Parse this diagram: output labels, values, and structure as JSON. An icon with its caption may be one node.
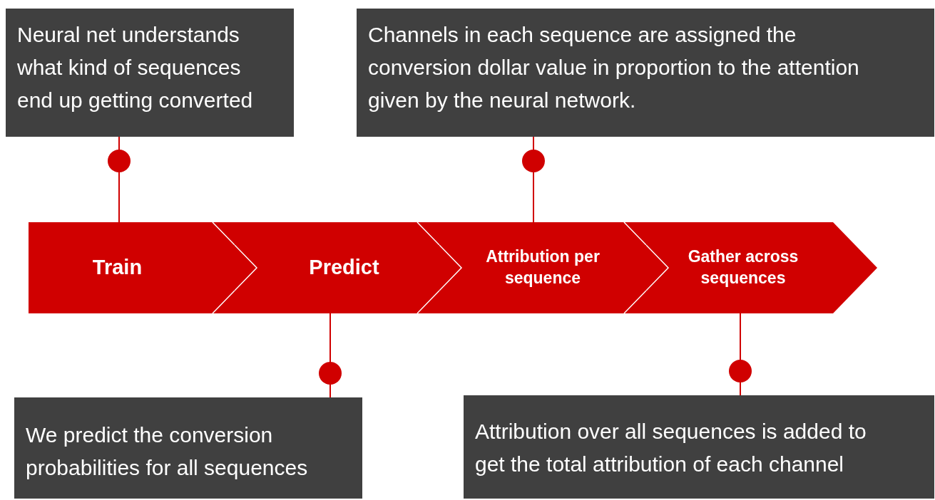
{
  "diagram": {
    "nodes": [
      {
        "text": [
          "Neural net understands what kind of sequences end up getting converted"
        ]
      },
      {
        "text": [
          "Channels in each sequence are assigned the conversion dollar value in proportion to the attention given by the neural network."
        ]
      },
      {
        "text": [
          "Train"
        ]
      },
      {
        "text": [
          "Predict"
        ]
      },
      {
        "text": [
          "Attribution per sequence"
        ]
      },
      {
        "text": [
          "Gather across sequences"
        ]
      },
      {
        "text": [
          "We predict the conversion probabilities for all sequences"
        ]
      },
      {
        "text": [
          "Attribution over all sequences is added to get the total attribution of each channel"
        ]
      }
    ],
    "edges": [
      {
        "from": 0,
        "to": 2,
        "arrow": "other"
      },
      {
        "from": 1,
        "to": 4,
        "arrow": "other"
      },
      {
        "from": 6,
        "to": 3,
        "arrow": "other"
      },
      {
        "from": 7,
        "to": 5,
        "arrow": "other"
      }
    ]
  }
}
